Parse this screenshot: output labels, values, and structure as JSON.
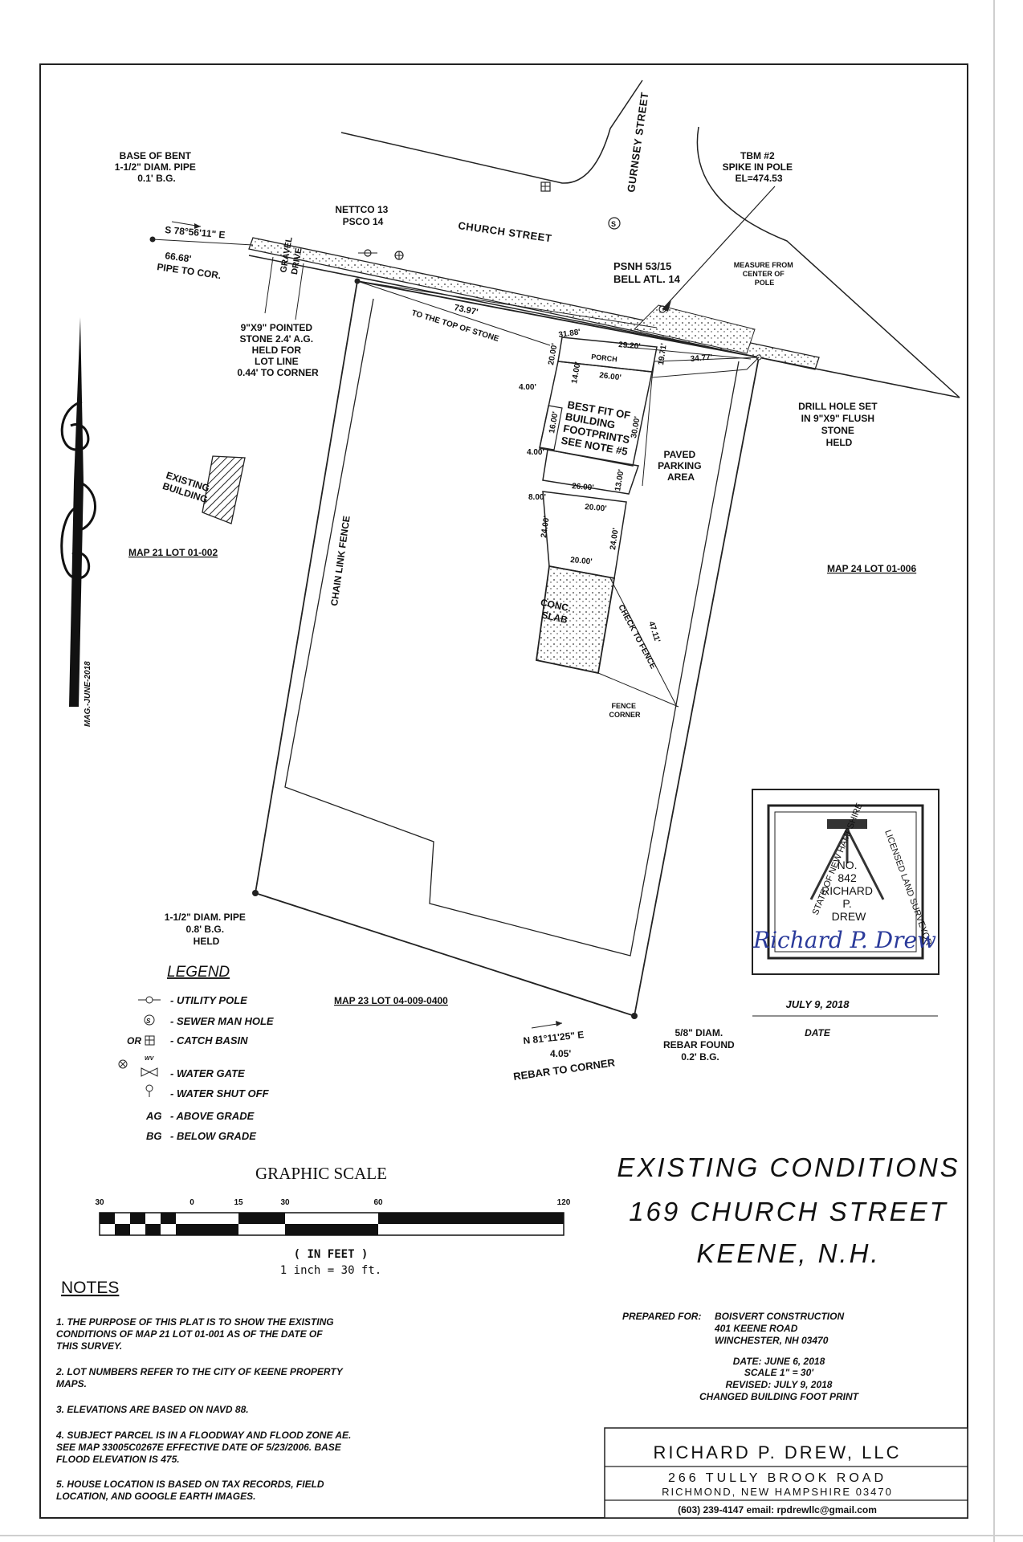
{
  "streets": {
    "church": "CHURCH STREET",
    "gurnsey": "GURNSEY STREET"
  },
  "labels": {
    "base_bent": [
      "BASE OF BENT",
      "1-1/2\" DIAM. PIPE",
      "0.1' B.G."
    ],
    "tbm": [
      "TBM #2",
      "SPIKE IN POLE",
      "EL=474.53"
    ],
    "nettco": [
      "NETTCO 13",
      "PSCO 14"
    ],
    "bearing_top": "S 78°56'11\" E",
    "pipe_dist": "66.68'",
    "pipe_to_cor": "PIPE TO COR.",
    "gravel_drive": [
      "GRAVEL",
      "DRIVE"
    ],
    "pointed_stone": [
      "9\"X9\" POINTED",
      "STONE 2.4' A.G.",
      "HELD FOR",
      "LOT LINE",
      "0.44' TO CORNER"
    ],
    "to_top_stone": "TO THE TOP OF STONE",
    "dist_73": "73.97'",
    "psnh": [
      "PSNH 53/15",
      "BELL ATL. 14"
    ],
    "measure_pole": [
      "MEASURE FROM",
      "CENTER OF",
      "POLE"
    ],
    "porch": "PORCH",
    "dims": {
      "d3188": "31.88'",
      "d2920": "29.20'",
      "d1971": "19.71'",
      "d3477": "34.77'",
      "d2000a": "20.00'",
      "d1400": "14.00'",
      "d2600a": "26.00'",
      "d400a": "4.00'",
      "d1600": "16.00'",
      "d3000": "30.00'",
      "d400b": "4.00'",
      "d2600b": "26.00'",
      "d1300": "13.00'",
      "d800": "8.00'",
      "d2000b": "20.00'",
      "d2400a": "24.00'",
      "d2400b": "24.00'",
      "d2000c": "20.00'",
      "d4711": "47.11'"
    },
    "best_fit": [
      "BEST FIT OF",
      "BUILDING",
      "FOOTPRINTS",
      "SEE NOTE #5"
    ],
    "drill_hole": [
      "DRILL HOLE SET",
      "IN 9\"X9\" FLUSH",
      "STONE",
      "HELD"
    ],
    "paved_parking": [
      "PAVED",
      "PARKING",
      "AREA"
    ],
    "existing_building": [
      "EXISTING",
      "BUILDING"
    ],
    "map21": "MAP 21 LOT 01-002",
    "map24": "MAP 24 LOT 01-006",
    "map23": "MAP 23 LOT 04-009-0400",
    "chain_link": "CHAIN LINK FENCE",
    "conc_slab": [
      "CONC.",
      "SLAB"
    ],
    "check_fence": "CHECK TO FENCE",
    "fence_corner": [
      "FENCE",
      "CORNER"
    ],
    "pipe_held": [
      "1-1/2\" DIAM. PIPE",
      "0.8' B.G.",
      "HELD"
    ],
    "bearing_bottom": "N 81°11'25\" E",
    "rebar_dist": "4.05'",
    "rebar_to_corner": "REBAR TO CORNER",
    "rebar_found": [
      "5/8\" DIAM.",
      "REBAR FOUND",
      "0.2' B.G."
    ],
    "north_tag": "MAG.-JUNE-2018"
  },
  "legend": {
    "title": "LEGEND",
    "items": [
      {
        "sym": "-o-",
        "text": "- UTILITY POLE"
      },
      {
        "sym": "S",
        "text": "- SEWER MAN HOLE"
      },
      {
        "sym": "OR",
        "text": "- CATCH BASIN"
      },
      {
        "sym": "WV",
        "text": "- WATER GATE"
      },
      {
        "sym": "WS",
        "text": "- WATER SHUT OFF"
      },
      {
        "sym": "AG",
        "text": "- ABOVE GRADE"
      },
      {
        "sym": "BG",
        "text": "- BELOW GRADE"
      }
    ]
  },
  "scale": {
    "title": "GRAPHIC SCALE",
    "ticks": [
      "30",
      "0",
      "15",
      "30",
      "60",
      "120"
    ],
    "unit": "( IN FEET )",
    "ratio": "1 inch = 30  ft."
  },
  "notes": {
    "title": "NOTES",
    "items": [
      [
        "1. THE PURPOSE OF THIS PLAT IS TO SHOW THE EXISTING",
        "CONDITIONS OF MAP 21 LOT 01-001 AS OF THE DATE OF",
        "THIS SURVEY."
      ],
      [
        "2. LOT NUMBERS REFER TO THE CITY OF KEENE PROPERTY",
        "MAPS."
      ],
      [
        "3. ELEVATIONS ARE BASED ON NAVD 88."
      ],
      [
        "4. SUBJECT PARCEL IS IN A FLOODWAY AND FLOOD ZONE AE.",
        "SEE MAP 33005C0267E EFFECTIVE DATE OF 5/23/2006. BASE",
        "FLOOD ELEVATION IS 475."
      ],
      [
        "5. HOUSE LOCATION IS BASED ON TAX RECORDS, FIELD",
        "LOCATION, AND GOOGLE EARTH IMAGES."
      ]
    ]
  },
  "seal": {
    "ring_left": "STATE OF NEW HAMPSHIRE",
    "ring_right": "LICENSED LAND SURVEYOR",
    "center": [
      "NO.",
      "842",
      "RICHARD",
      "P.",
      "DREW"
    ],
    "signature": "Richard P. Drew",
    "date_value": "JULY 9, 2018",
    "date_label": "DATE"
  },
  "title_block": {
    "lines": [
      "EXISTING  CONDITIONS",
      "169  CHURCH  STREET",
      "KEENE,  N.H."
    ],
    "prepared_for_label": "PREPARED FOR:",
    "prepared_for": [
      "BOISVERT CONSTRUCTION",
      "401 KEENE ROAD",
      "WINCHESTER, NH 03470"
    ],
    "date": "DATE: JUNE 6, 2018",
    "scale": "SCALE 1\" = 30'",
    "revised": "REVISED: JULY 9, 2018",
    "changed": "CHANGED BUILDING FOOT PRINT"
  },
  "company": {
    "name": "RICHARD P. DREW, LLC",
    "address1": "266  TULLY  BROOK  ROAD",
    "address2": "RICHMOND, NEW HAMPSHIRE  03470",
    "contact": "(603) 239-4147  email: rpdrewllc@gmail.com"
  }
}
